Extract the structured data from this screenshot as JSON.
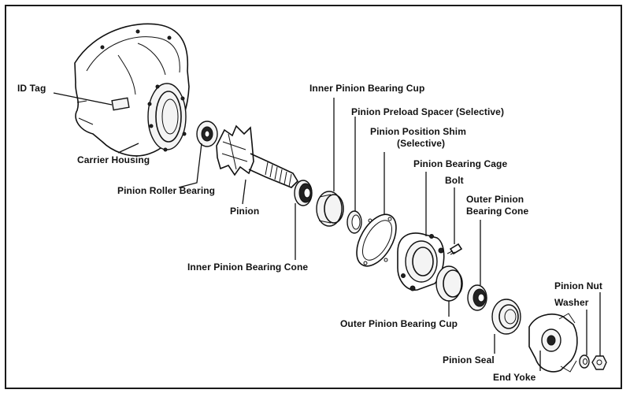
{
  "labels": {
    "id_tag": "ID Tag",
    "carrier_housing": "Carrier Housing",
    "pinion_roller_bearing": "Pinion Roller Bearing",
    "pinion": "Pinion",
    "inner_pinion_bearing_cone": "Inner Pinion Bearing Cone",
    "inner_pinion_bearing_cup": "Inner Pinion Bearing Cup",
    "pinion_preload_spacer": "Pinion Preload Spacer (Selective)",
    "pinion_position_shim_line1": "Pinion Position Shim",
    "pinion_position_shim_line2": "(Selective)",
    "pinion_bearing_cage": "Pinion Bearing Cage",
    "bolt": "Bolt",
    "outer_pinion_bearing_cone_line1": "Outer Pinion",
    "outer_pinion_bearing_cone_line2": "Bearing Cone",
    "outer_pinion_bearing_cup": "Outer Pinion Bearing Cup",
    "pinion_seal": "Pinion Seal",
    "pinion_nut": "Pinion Nut",
    "washer": "Washer",
    "end_yoke": "End Yoke"
  }
}
